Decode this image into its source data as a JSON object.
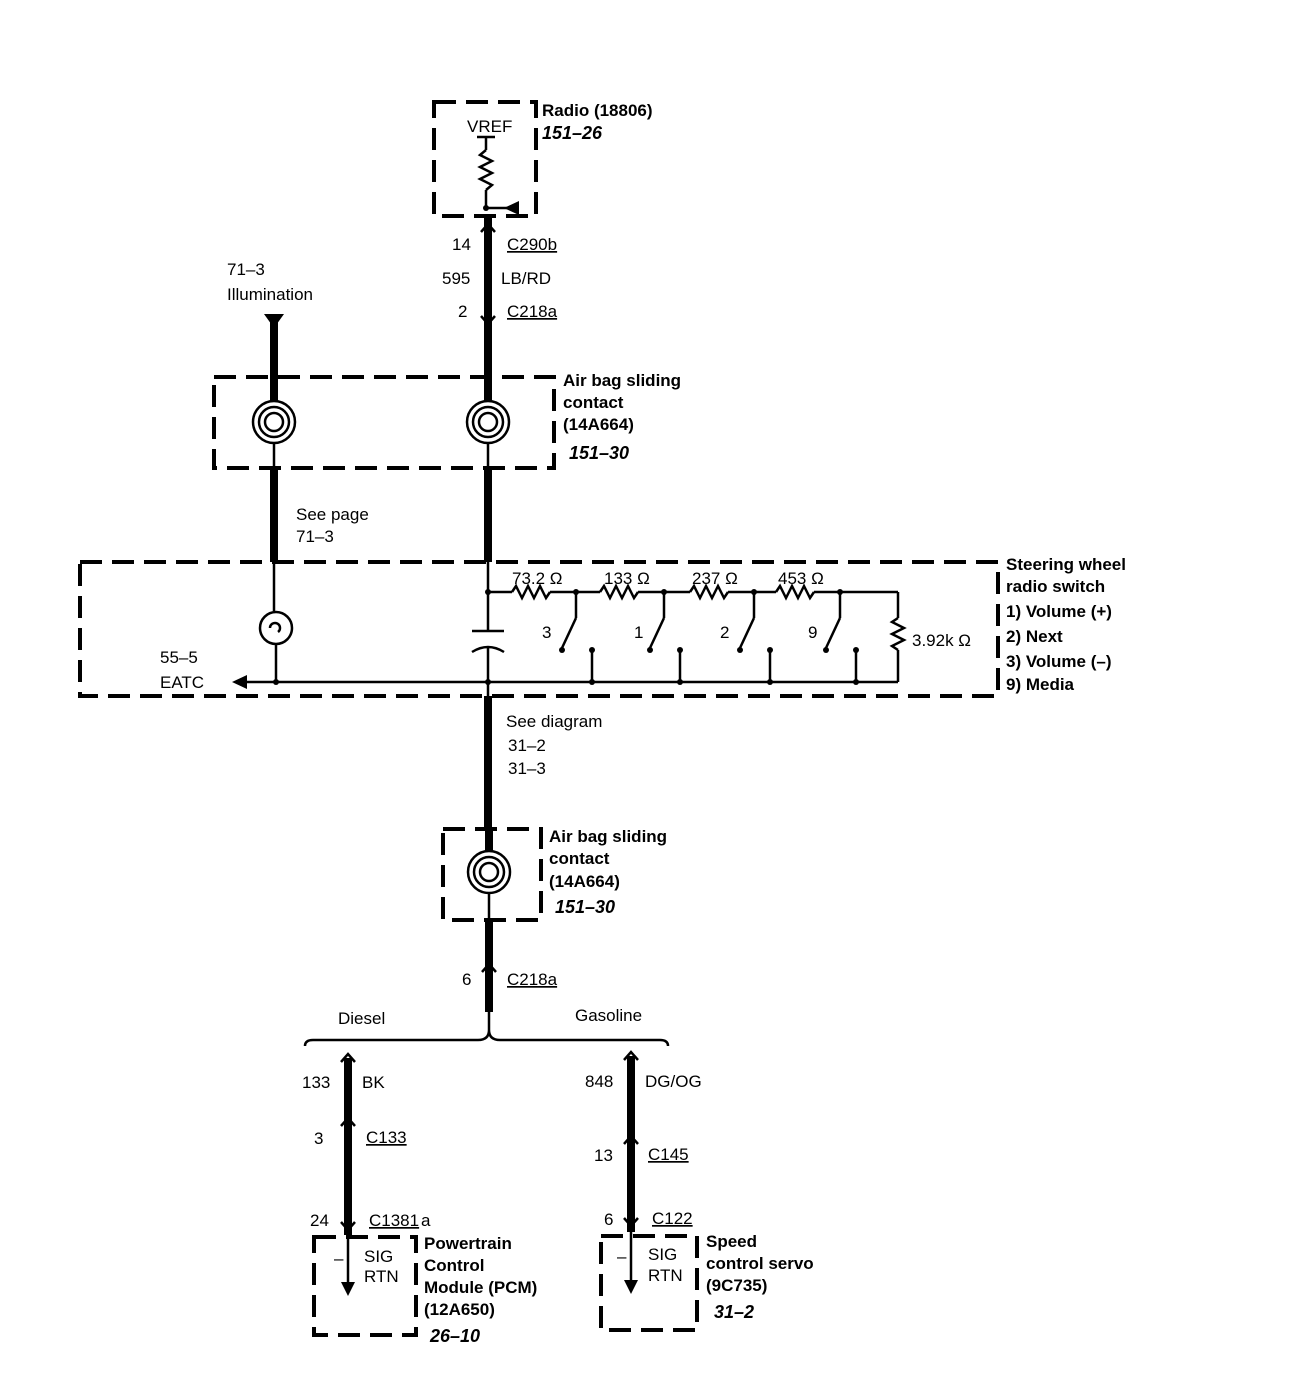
{
  "radio": {
    "title": "Radio (18806)",
    "ref": "151–26",
    "vref": "VREF"
  },
  "upper_wire": {
    "pin_top": "14",
    "conn_top": "C290b",
    "circuit": "595",
    "color": "LB/RD",
    "pin_bottom": "2",
    "conn_bottom": "C218a"
  },
  "illumination": {
    "page": "71–3",
    "label": "Illumination",
    "see_page": "See page",
    "see_ref": "71–3"
  },
  "airbag_upper": {
    "line1": "Air bag sliding",
    "line2": "contact",
    "line3": "(14A664)",
    "ref": "151–30"
  },
  "steering_switch": {
    "title1": "Steering wheel",
    "title2": "radio switch",
    "items": [
      "1) Volume (+)",
      "2) Next",
      "3) Volume (–)",
      "9) Media"
    ],
    "resistors": [
      "73.2 Ω",
      "133 Ω",
      "237 Ω",
      "453 Ω"
    ],
    "end_resistor": "3.92k Ω",
    "switch_numbers": [
      "3",
      "1",
      "2",
      "9"
    ],
    "eatc_page": "55–5",
    "eatc": "EATC"
  },
  "see_diagram": {
    "label": "See diagram",
    "ref1": "31–2",
    "ref2": "31–3"
  },
  "airbag_lower": {
    "line1": "Air bag sliding",
    "line2": "contact",
    "line3": "(14A664)",
    "ref": "151–30"
  },
  "lower_connector": {
    "pin": "6",
    "conn": "C218a"
  },
  "diesel": {
    "label": "Diesel",
    "circuit": "133",
    "color": "BK",
    "pin1": "3",
    "conn1": "C133",
    "pin2": "24",
    "conn2_a": "C1381",
    "conn2_b": "a",
    "sig": "SIG",
    "rtn": "RTN",
    "minus": "–",
    "module1": "Powertrain",
    "module2": "Control",
    "module3": "Module (PCM)",
    "module4": "(12A650)",
    "ref": "26–10"
  },
  "gasoline": {
    "label": "Gasoline",
    "circuit": "848",
    "color": "DG/OG",
    "pin1": "13",
    "conn1": "C145",
    "pin2": "6",
    "conn2": "C122",
    "sig": "SIG",
    "rtn": "RTN",
    "minus": "–",
    "module1": "Speed",
    "module2": "control servo",
    "module3": "(9C735)",
    "ref": "31–2"
  }
}
